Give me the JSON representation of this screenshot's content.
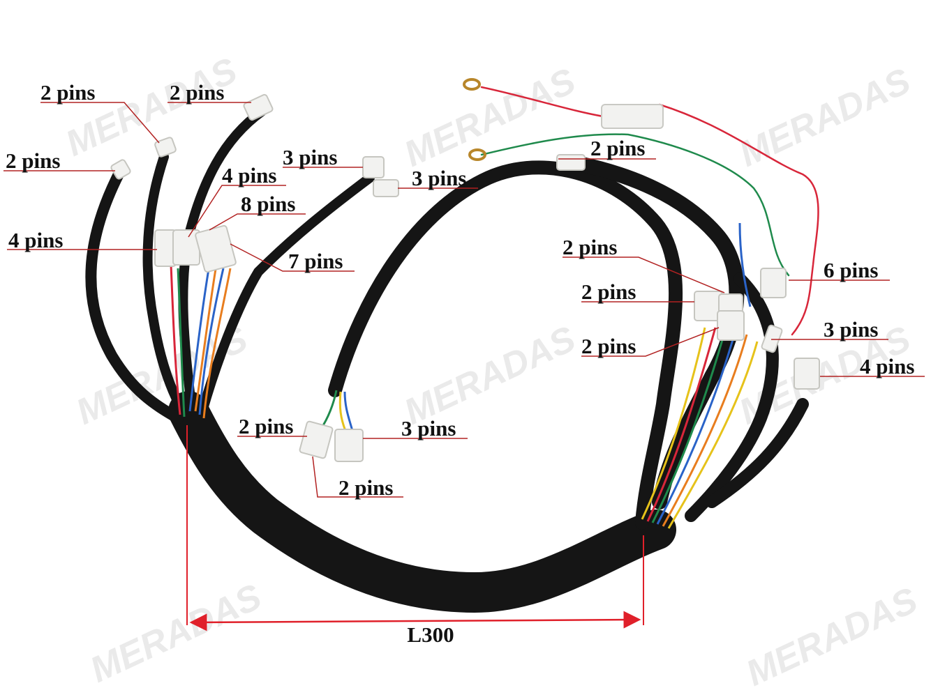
{
  "colors": {
    "leader_line": "#b22222",
    "dimension_line": "#e0202a",
    "harness_black": "#151515",
    "connector_white": "#f2f2f0",
    "wire_red": "#d8263a",
    "wire_green": "#1f8a4c",
    "wire_blue": "#2a63c8",
    "wire_orange": "#e87d1e",
    "wire_yellow": "#e6c21a",
    "label_text": "#111111"
  },
  "watermark": "MERADAS",
  "labels": [
    {
      "id": "c1",
      "text": "2 pins"
    },
    {
      "id": "c2",
      "text": "2 pins"
    },
    {
      "id": "c3",
      "text": "2 pins"
    },
    {
      "id": "c4",
      "text": "3 pins"
    },
    {
      "id": "c5",
      "text": "4 pins"
    },
    {
      "id": "c6",
      "text": "3 pins"
    },
    {
      "id": "c7",
      "text": "8 pins"
    },
    {
      "id": "c8",
      "text": "4 pins"
    },
    {
      "id": "c9",
      "text": "7 pins"
    },
    {
      "id": "c10",
      "text": "2 pins"
    },
    {
      "id": "c11",
      "text": "2 pins"
    },
    {
      "id": "c12",
      "text": "6 pins"
    },
    {
      "id": "c13",
      "text": "2 pins"
    },
    {
      "id": "c14",
      "text": "2 pins"
    },
    {
      "id": "c15",
      "text": "3 pins"
    },
    {
      "id": "c16",
      "text": "4 pins"
    },
    {
      "id": "c17",
      "text": "2 pins"
    },
    {
      "id": "c18",
      "text": "3 pins"
    },
    {
      "id": "c19",
      "text": "2 pins"
    }
  ],
  "dimension": {
    "text": "L300"
  }
}
